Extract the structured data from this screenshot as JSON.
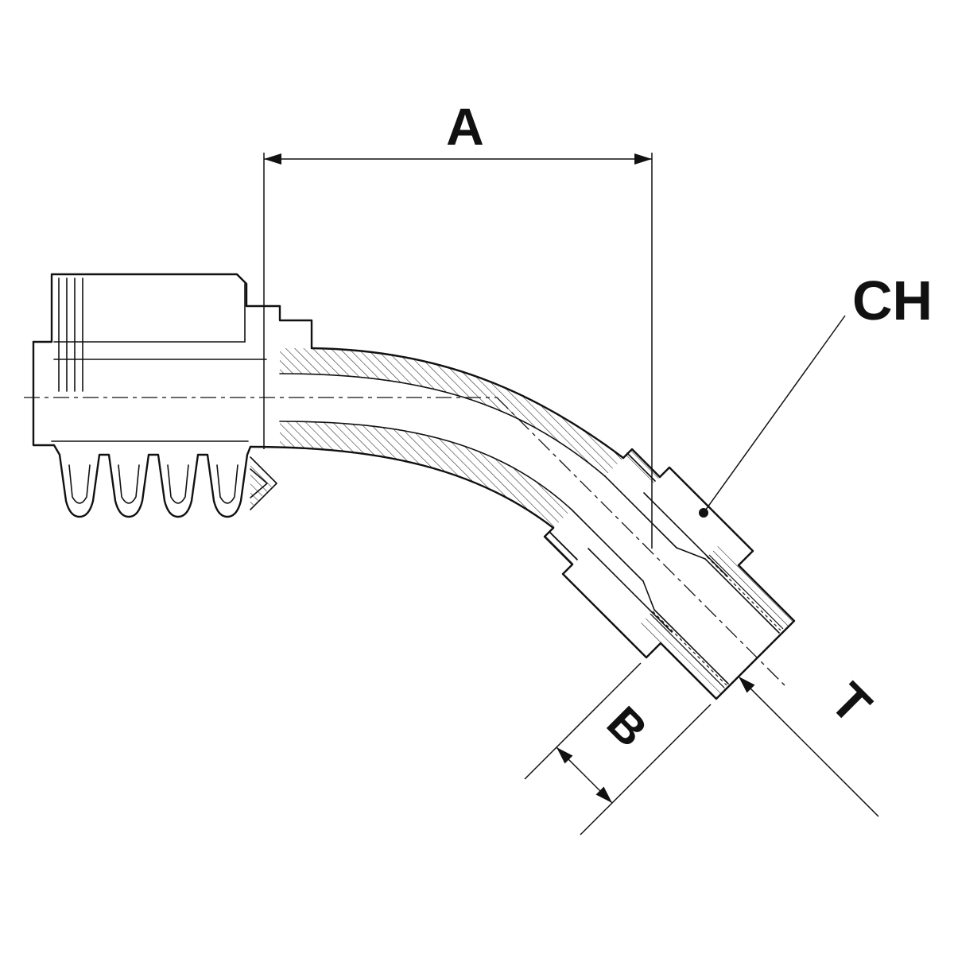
{
  "diagram": {
    "labels": {
      "a": "A",
      "b": "B",
      "t": "T",
      "ch": "CH"
    },
    "colors": {
      "line": "#111111",
      "background": "#ffffff"
    }
  }
}
